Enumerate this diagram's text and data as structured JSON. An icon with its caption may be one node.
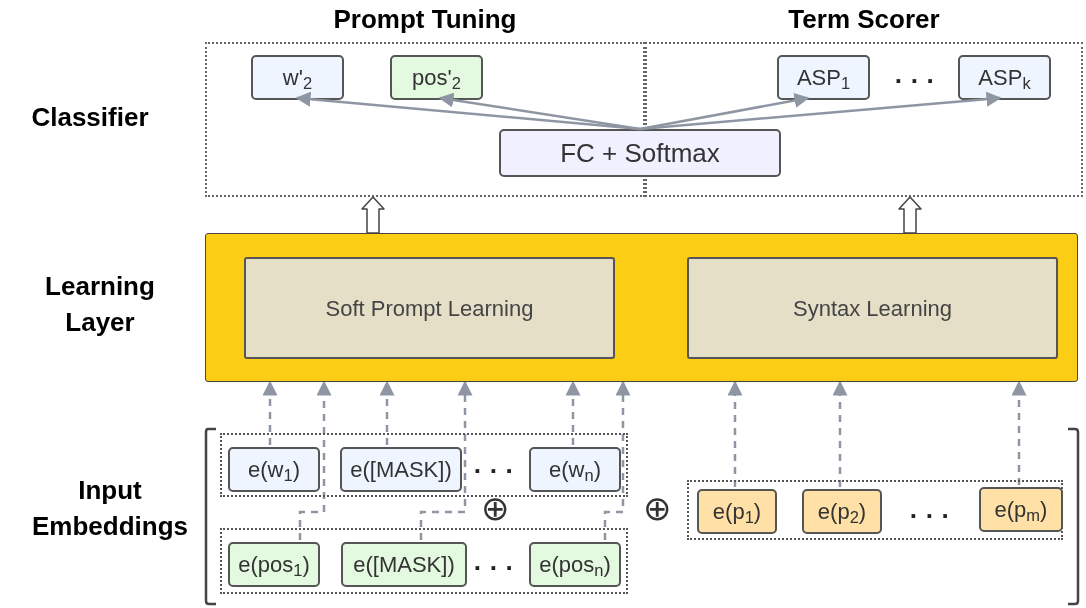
{
  "diagram": {
    "nodes": [
      {
        "text": [
          "Prompt Tuning"
        ]
      },
      {
        "text": [
          "Term Scorer"
        ]
      },
      {
        "text": [
          "w'$_{2}$"
        ],
        "in": 0
      },
      {
        "text": [
          "pos'$_{2}$"
        ],
        "in": 0
      },
      {
        "text": [
          "ASP$_{1}$"
        ],
        "in": 1
      },
      {
        "text": [
          "ASP$_{k}$"
        ],
        "in": 1
      },
      {
        "text": [
          "FC + Softmax"
        ]
      },
      {
        "text": [],
        "shape": "box"
      },
      {
        "text": [
          "Soft Prompt Learning"
        ],
        "in": 7
      },
      {
        "text": [
          "Syntax Learning"
        ],
        "in": 7
      },
      {
        "text": [],
        "shape": "box"
      },
      {
        "text": [
          "e(w$_{1}$)"
        ],
        "in": 10
      },
      {
        "text": [
          "e([MASK])"
        ],
        "in": 10
      },
      {
        "text": [
          "e(w$_{n}$)"
        ],
        "in": 10
      },
      {
        "text": [],
        "shape": "box"
      },
      {
        "text": [
          "e(pos$_{1}$)"
        ],
        "in": 14
      },
      {
        "text": [
          "e([MASK])"
        ],
        "in": 14
      },
      {
        "text": [
          "e(pos$_{n}$)"
        ],
        "in": 14
      },
      {
        "text": [],
        "shape": "box"
      },
      {
        "text": [
          "e(p$_{1}$)"
        ],
        "in": 18
      },
      {
        "text": [
          "e(p$_{2}$)"
        ],
        "in": 18
      },
      {
        "text": [
          "e(p$_{m}$)"
        ],
        "in": 18
      }
    ],
    "edges": [
      {
        "from": 6,
        "to": 2,
        "arrow": "to"
      },
      {
        "from": 6,
        "to": 3,
        "arrow": "to"
      },
      {
        "from": 6,
        "to": 4,
        "arrow": "to"
      },
      {
        "from": 6,
        "to": 5,
        "arrow": "to"
      },
      {
        "from": 7,
        "to": 0,
        "arrow": "to",
        "style": "thick"
      },
      {
        "from": 7,
        "to": 1,
        "arrow": "to",
        "style": "thick"
      },
      {
        "from": 11,
        "to": 7,
        "arrow": "to",
        "style": "dashed"
      },
      {
        "from": 15,
        "to": 7,
        "arrow": "to",
        "style": "dashed"
      },
      {
        "from": 12,
        "to": 7,
        "arrow": "to",
        "style": "dashed"
      },
      {
        "from": 16,
        "to": 7,
        "arrow": "to",
        "style": "dashed"
      },
      {
        "from": 13,
        "to": 7,
        "arrow": "to",
        "style": "dashed"
      },
      {
        "from": 17,
        "to": 7,
        "arrow": "to",
        "style": "dashed"
      },
      {
        "from": 19,
        "to": 7,
        "arrow": "to",
        "style": "dashed"
      },
      {
        "from": 20,
        "to": 7,
        "arrow": "to",
        "style": "dashed"
      },
      {
        "from": 21,
        "to": 7,
        "arrow": "to",
        "style": "dashed"
      }
    ],
    "labels": [
      "Classifier",
      "· · ·",
      "Learning Layer",
      "Input Embeddings",
      "· · ·",
      "⊕",
      "⊕",
      "· · ·",
      "· · ·"
    ]
  }
}
